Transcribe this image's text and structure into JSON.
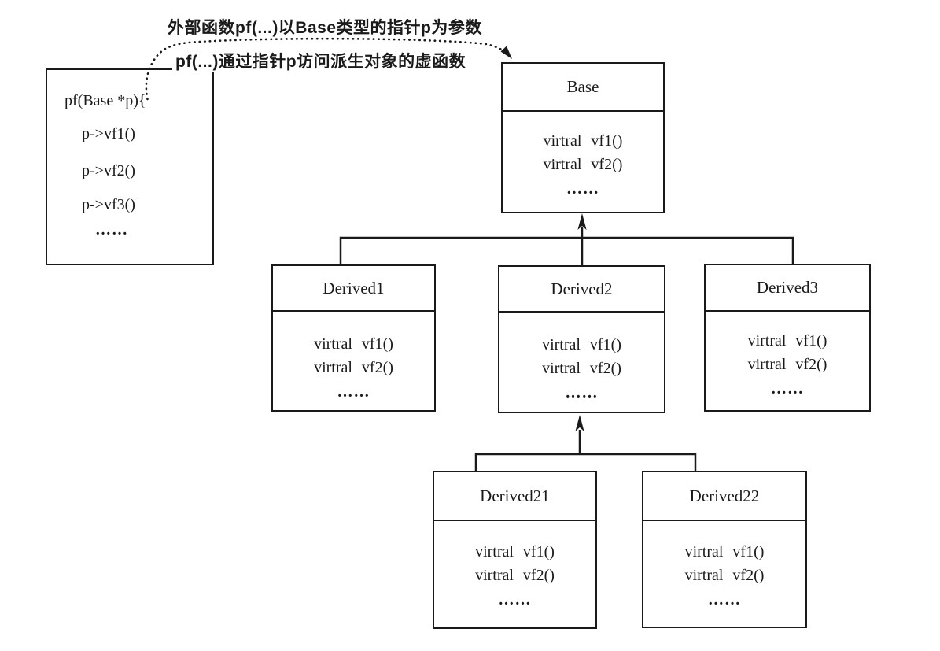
{
  "colors": {
    "ink": "#1a1a1a",
    "background": "#ffffff"
  },
  "annotations": {
    "line1": "外部函数pf(...)以Base类型的指针p为参数",
    "line2": "pf(...)通过指针p访问派生对象的虚函数"
  },
  "code_box": {
    "line1": "pf(Base *p){",
    "line2": "p->vf1()",
    "line3": "p->vf2()",
    "line4": "p->vf3()",
    "ellipsis": "……"
  },
  "classes": {
    "base": {
      "title": "Base",
      "member1": "virtral vf1()",
      "member2": "virtral vf2()",
      "ellipsis": "……"
    },
    "derived1": {
      "title": "Derived1",
      "member1": "virtral vf1()",
      "member2": "virtral vf2()",
      "ellipsis": "……"
    },
    "derived2": {
      "title": "Derived2",
      "member1": "virtral vf1()",
      "member2": "virtral vf2()",
      "ellipsis": "……"
    },
    "derived3": {
      "title": "Derived3",
      "member1": "virtral vf1()",
      "member2": "virtral vf2()",
      "ellipsis": "……"
    },
    "derived21": {
      "title": "Derived21",
      "member1": "virtral vf1()",
      "member2": "virtral vf2()",
      "ellipsis": "……"
    },
    "derived22": {
      "title": "Derived22",
      "member1": "virtral vf1()",
      "member2": "virtral vf2()",
      "ellipsis": "……"
    }
  }
}
